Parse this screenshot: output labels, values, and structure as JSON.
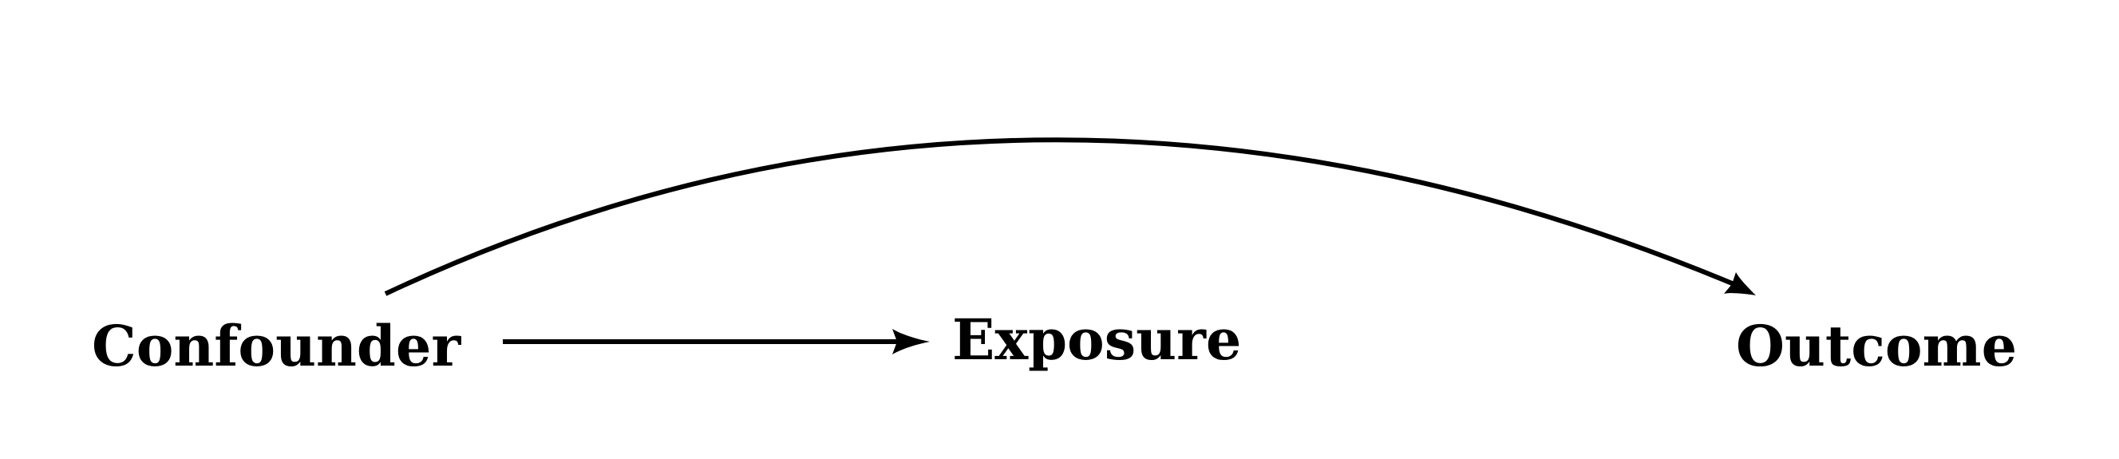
{
  "nodes": {
    "confounder": "Confounder",
    "exposure": "Exposure",
    "outcome": "Outcome"
  },
  "edges": [
    {
      "from": "Confounder",
      "to": "Exposure"
    },
    {
      "from": "Confounder",
      "to": "Outcome"
    }
  ],
  "colors": {
    "stroke": "#000000",
    "text": "#000000",
    "background": "#ffffff"
  }
}
